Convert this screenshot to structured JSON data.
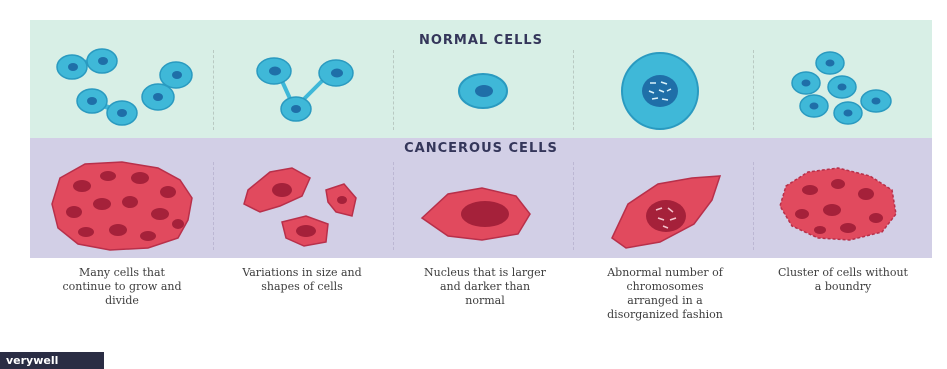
{
  "normal_title": "NORMAL CELLS",
  "cancer_title": "CANCEROUS CELLS",
  "captions": [
    "Many cells that continue to grow and divide",
    "Variations in size and shapes of cells",
    "Nucleus that is larger and darker than normal",
    "Abnormal number of chromosomes arranged in a disorganized fashion",
    "Cluster of cells without a boundry"
  ],
  "brand": "verywell",
  "colors": {
    "normal_bg": "#d8efe6",
    "cancer_bg": "#d2cfe6",
    "normal_cell": "#3fb8d8",
    "normal_nucleus": "#1f6fa8",
    "cancer_cell": "#e14a5e",
    "cancer_nucleus": "#a5213a"
  }
}
